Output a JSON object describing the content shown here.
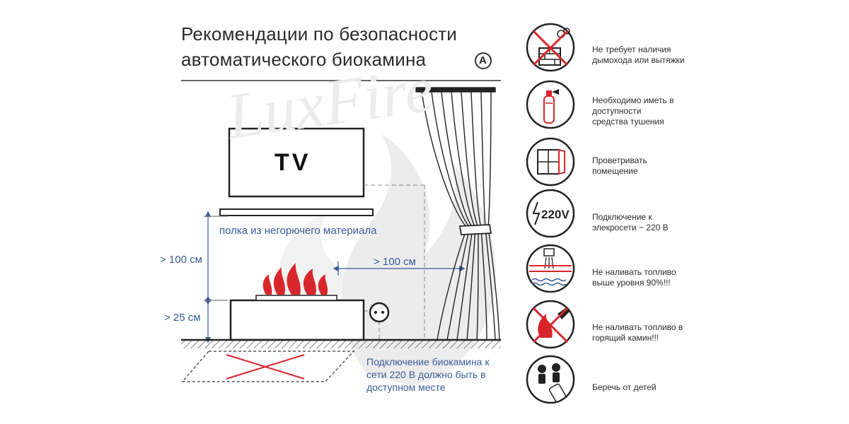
{
  "title": {
    "line1": "Рекомендации по безопасности",
    "line2": "автоматического биокамина",
    "badge": "A"
  },
  "watermark": "LuxFire",
  "diagram": {
    "tv_label": "TV",
    "shelf_label": "полка из негорючего материала",
    "dim_shelf_height": "> 100 см",
    "dim_base_height": "> 25 см",
    "dim_curtain_distance": "> 100 см",
    "socket_note": "Подключение биокамина к сети 220 В должно быть в доступном месте"
  },
  "rules": [
    {
      "icon": "no-chimney-icon",
      "text": "Не требует наличия дымохода или вытяжки"
    },
    {
      "icon": "fire-extinguisher-icon",
      "text": "Необходимо иметь в доступности средства тушения"
    },
    {
      "icon": "ventilation-icon",
      "text": "Проветривать помещение"
    },
    {
      "icon": "power-220v-icon",
      "text": "Подключение к элекросети ~ 220 В",
      "icon_label": "220V"
    },
    {
      "icon": "fuel-level-icon",
      "text": "Не наливать топливо выше уровня 90%!!!"
    },
    {
      "icon": "no-refuel-burning-icon",
      "text": "Не наливать топливо в горящий камин!!!"
    },
    {
      "icon": "child-safety-icon",
      "text": "Беречь от детей"
    }
  ],
  "colors": {
    "accent_red": "#d9262c",
    "dimension_blue": "#3a5a9a",
    "line": "#333333",
    "watermark": "#e6e6e6"
  }
}
